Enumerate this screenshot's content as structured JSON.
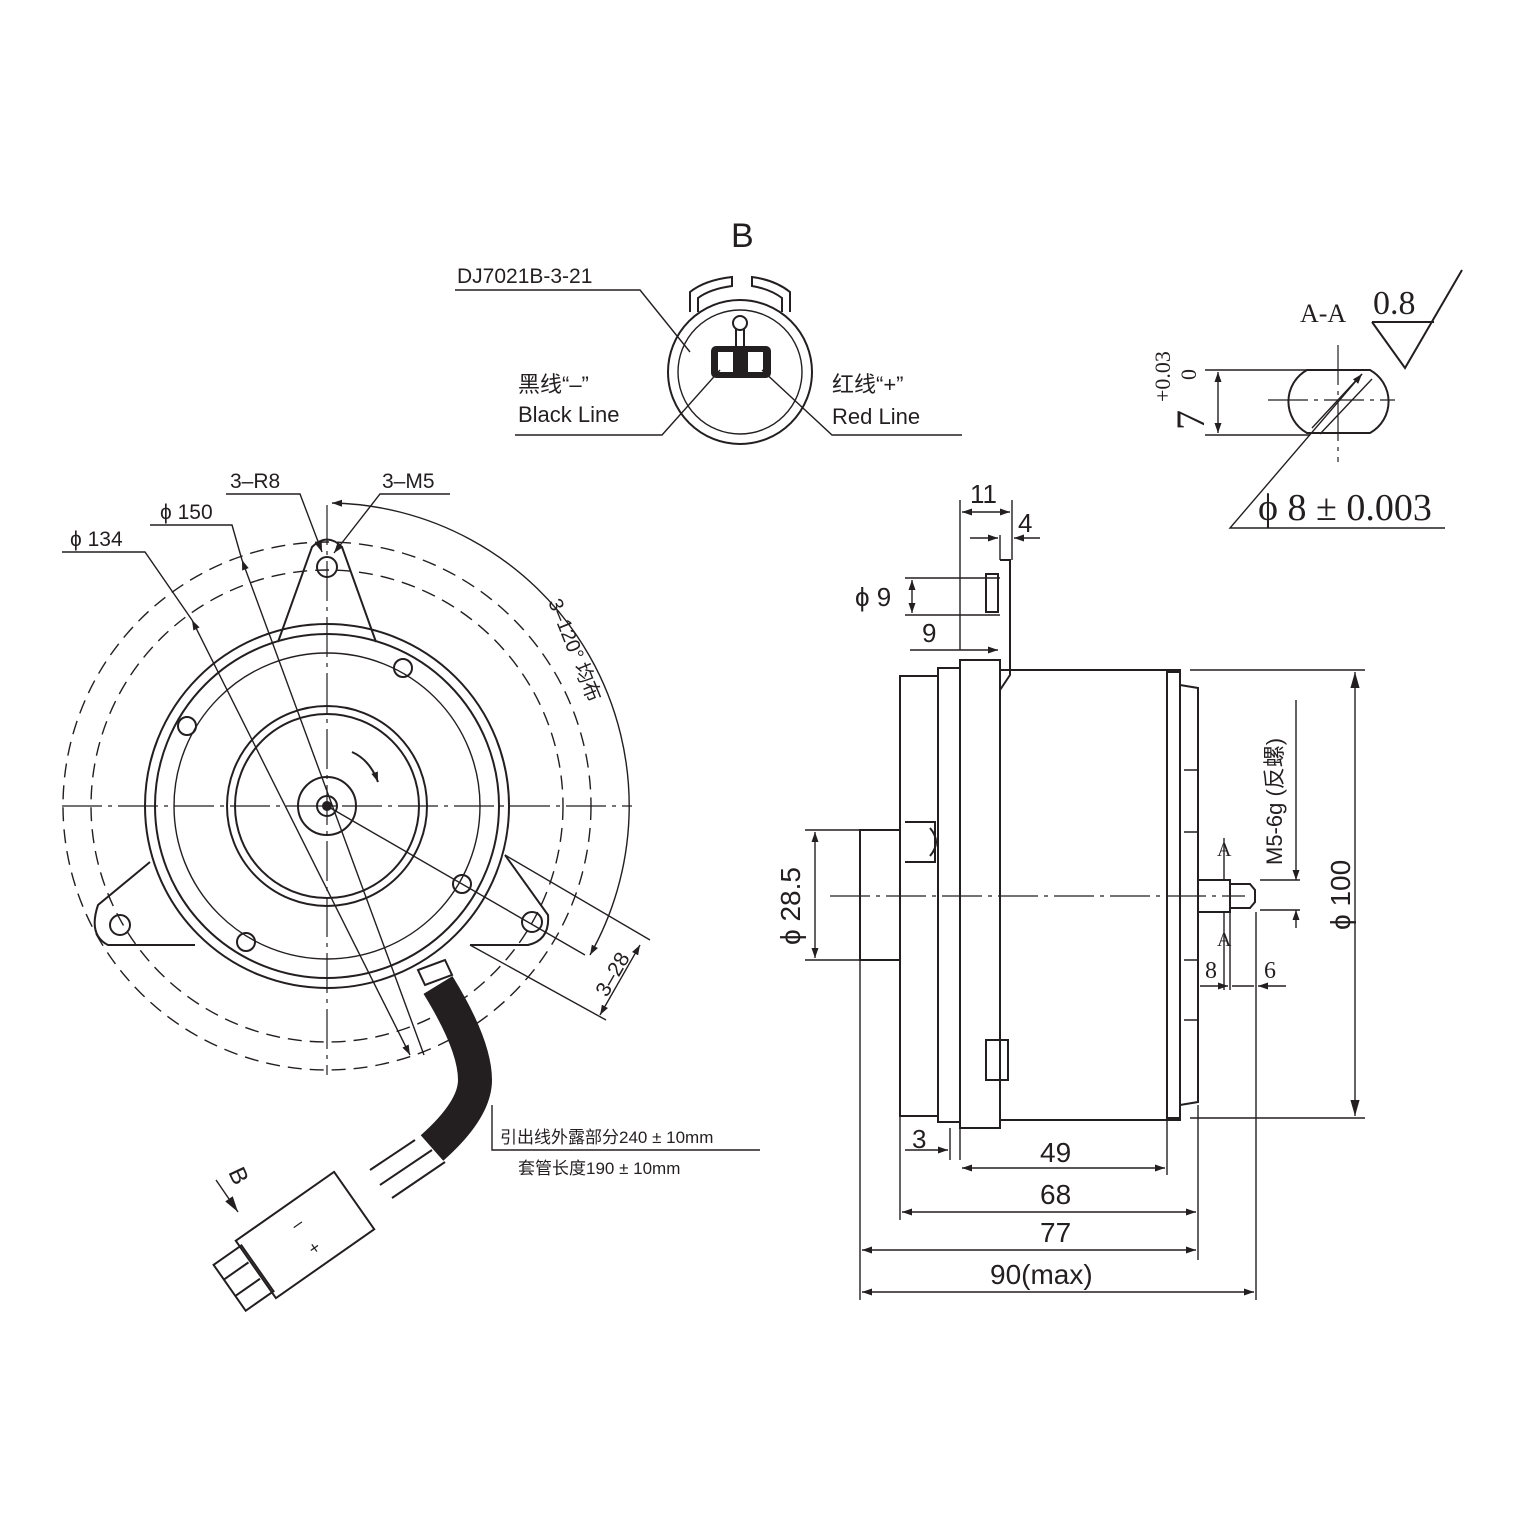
{
  "view_b": {
    "title": "B",
    "connector_model": "DJ7021B-3-21",
    "black_cn": "黑线“–”",
    "black_en": "Black Line",
    "red_cn": "红线“+”",
    "red_en": "Red Line"
  },
  "section_aa": {
    "label": "A-A",
    "roughness": "0.8",
    "flat_dim": "7",
    "tol_upper": "+0.03",
    "tol_lower": "0",
    "shaft_dia": "ϕ 8 ± 0.003"
  },
  "front_view": {
    "dia_134": "ϕ 134",
    "dia_150": "ϕ 150",
    "r8": "3–R8",
    "m5": "3–M5",
    "spacing": "3–120° 均布",
    "ear_28": "3–28",
    "lead_exposed": "引出线外露部分240 ± 10mm",
    "sleeve_length": "套管长度190 ± 10mm",
    "view_arrow": "B",
    "plug_minus": "–",
    "plug_plus": "+"
  },
  "side_view": {
    "d11": "11",
    "d4": "4",
    "phi9": "ϕ 9",
    "d9": "9",
    "phi28": "ϕ 28.5",
    "phi100": "ϕ 100",
    "thread": "M5-6g (反螺)",
    "sec_a_top": "A",
    "sec_a_bottom": "A",
    "d8": "8",
    "d6": "6",
    "d3": "3",
    "d49": "49",
    "d68": "68",
    "d77": "77",
    "d90": "90(max)"
  }
}
